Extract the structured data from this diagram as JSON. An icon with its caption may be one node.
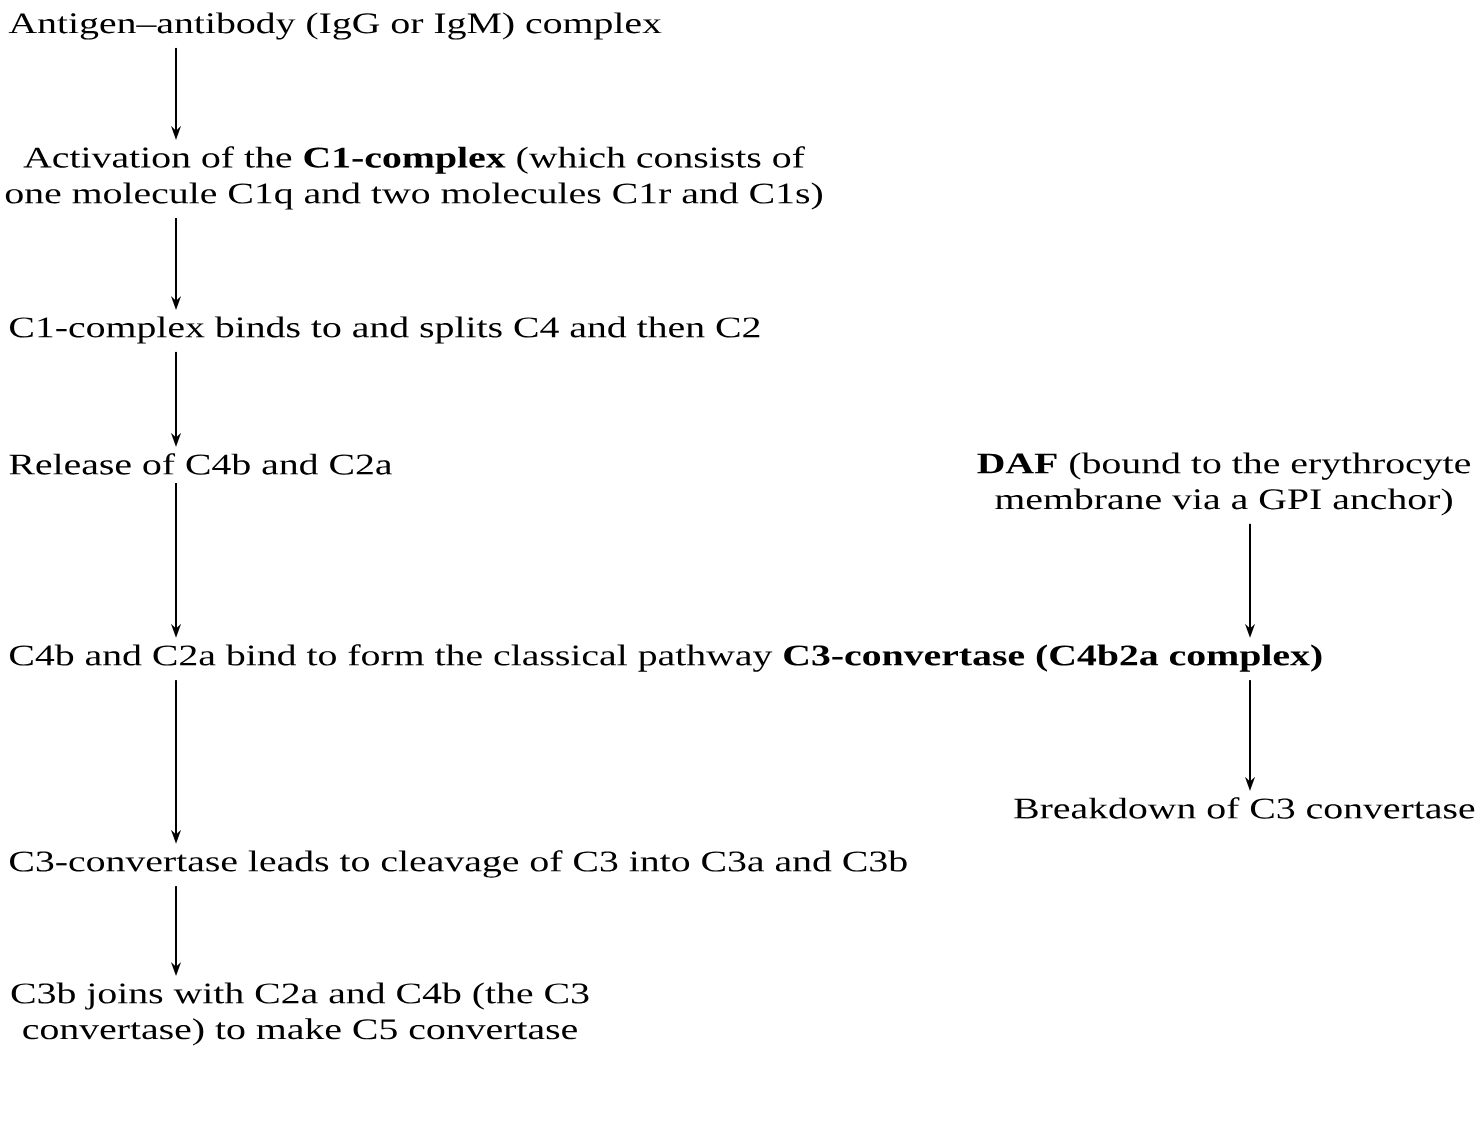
{
  "diagram": {
    "nodes": [
      {
        "text": [
          "Antigen–antibody (IgG or IgM) complex"
        ]
      },
      {
        "text": [
          "Activation of the **C1-complex** (which consists of one molecule C1q and two molecules C1r and C1s)"
        ]
      },
      {
        "text": [
          "C1-complex binds to and splits C4 and then C2"
        ]
      },
      {
        "text": [
          "Release of C4b and C2a"
        ]
      },
      {
        "text": [
          "**DAF** (bound to the erythrocyte membrane via a GPI anchor)"
        ]
      },
      {
        "text": [
          "C4b and C2a bind to form the classical pathway **C3-convertase (C4b2a complex)**"
        ]
      },
      {
        "text": [
          "Breakdown of C3 convertase"
        ]
      },
      {
        "text": [
          "C3-convertase leads to cleavage of C3 into C3a and C3b"
        ]
      },
      {
        "text": [
          "C3b joins with C2a and C4b (the C3 convertase) to make C5 convertase"
        ]
      }
    ],
    "edges": [
      {
        "from": 0,
        "to": 1,
        "arrow": "to"
      },
      {
        "from": 1,
        "to": 2,
        "arrow": "to"
      },
      {
        "from": 2,
        "to": 3,
        "arrow": "to"
      },
      {
        "from": 3,
        "to": 5,
        "arrow": "to"
      },
      {
        "from": 4,
        "to": 5,
        "arrow": "to"
      },
      {
        "from": 5,
        "to": 6,
        "arrow": "to"
      },
      {
        "from": 5,
        "to": 7,
        "arrow": "to"
      },
      {
        "from": 7,
        "to": 8,
        "arrow": "to"
      }
    ]
  }
}
